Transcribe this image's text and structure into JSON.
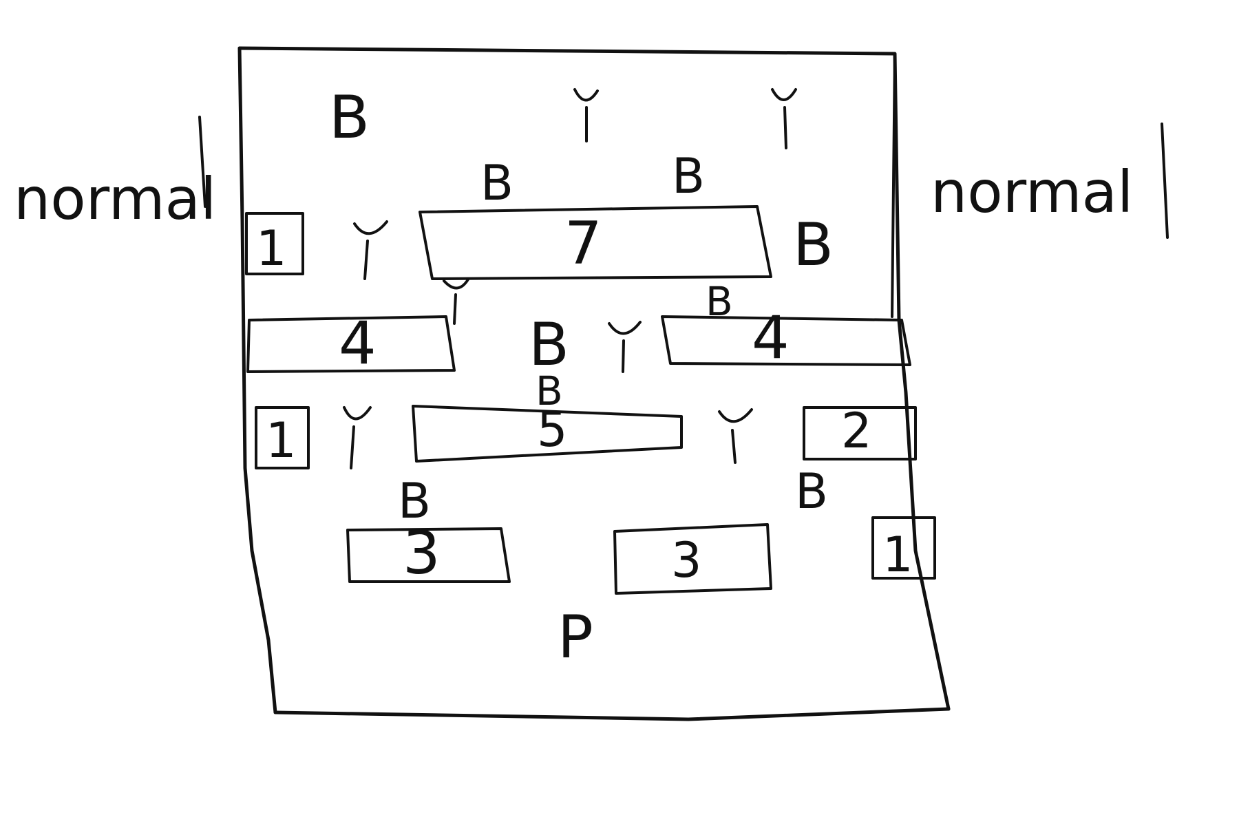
{
  "side_labels": {
    "left": "normal",
    "right": "normal"
  },
  "letters": {
    "b_top_left": "B",
    "b_mid_1": "B",
    "b_mid_2": "B",
    "b_right_of_7": "B",
    "b_upper_center": "B",
    "b_center": "B",
    "b_center_small": "B",
    "b_lower_left": "B",
    "b_lower_right": "B",
    "p_bottom": "P"
  },
  "boxes": {
    "box_1_top": "1",
    "box_7": "7",
    "box_4_left": "4",
    "box_4_right": "4",
    "box_1_mid": "1",
    "box_5": "5",
    "box_2": "2",
    "box_3_left": "3",
    "box_3_right": "3",
    "box_1_bottom": "1"
  }
}
